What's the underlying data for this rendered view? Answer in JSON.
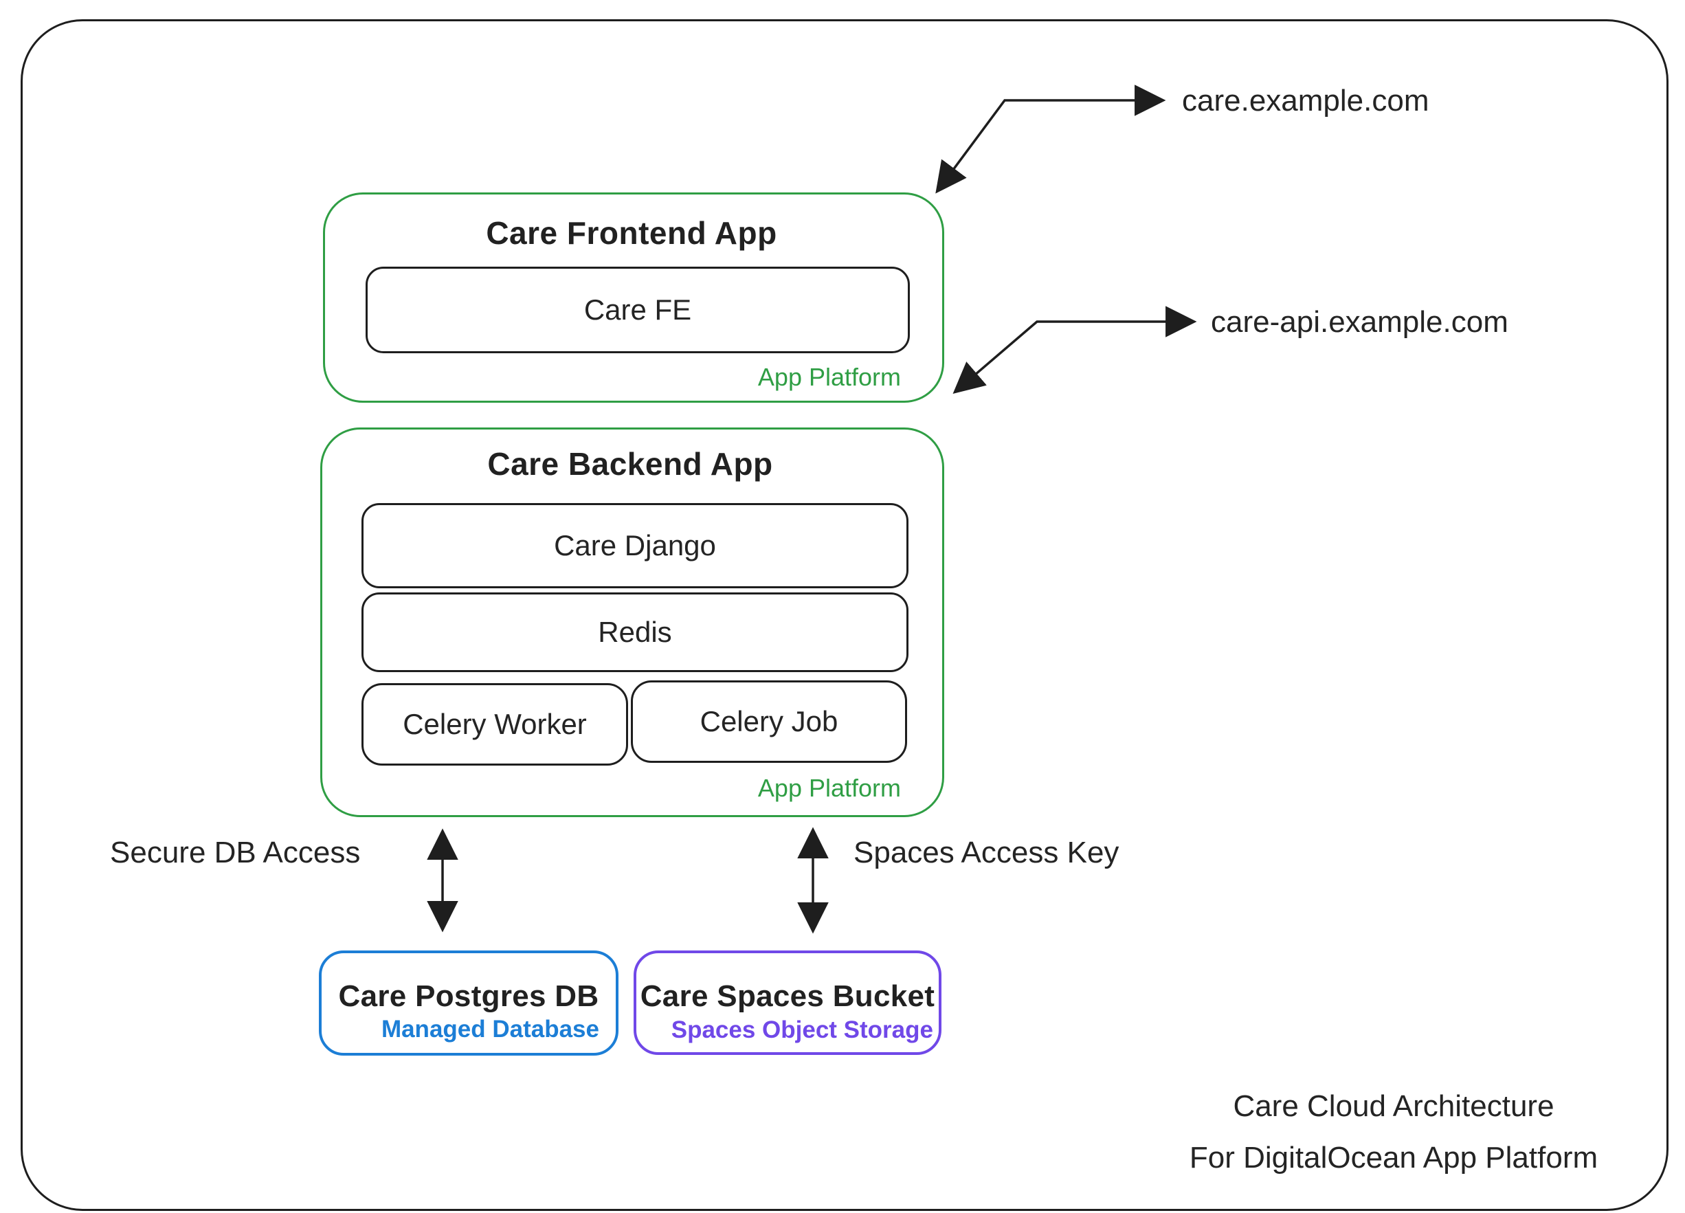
{
  "architecture": {
    "frontend": {
      "title": "Care Frontend App",
      "service": "Care FE",
      "platform_label": "App Platform",
      "domain": "care.example.com"
    },
    "backend": {
      "title": "Care Backend App",
      "services": [
        "Care Django",
        "Redis",
        "Celery Worker",
        "Celery Job"
      ],
      "platform_label": "App Platform",
      "domain": "care-api.example.com"
    },
    "database": {
      "title": "Care Postgres DB",
      "subtitle": "Managed Database",
      "connection_label": "Secure DB Access"
    },
    "storage": {
      "title": "Care Spaces Bucket",
      "subtitle": "Spaces Object Storage",
      "connection_label": "Spaces Access Key"
    },
    "caption": {
      "line1": "Care Cloud Architecture",
      "line2": "For DigitalOcean App Platform"
    },
    "colors": {
      "green": "#2f9e44",
      "blue": "#1c7ed6",
      "purple": "#7048e8",
      "ink": "#1e1e1e"
    }
  }
}
